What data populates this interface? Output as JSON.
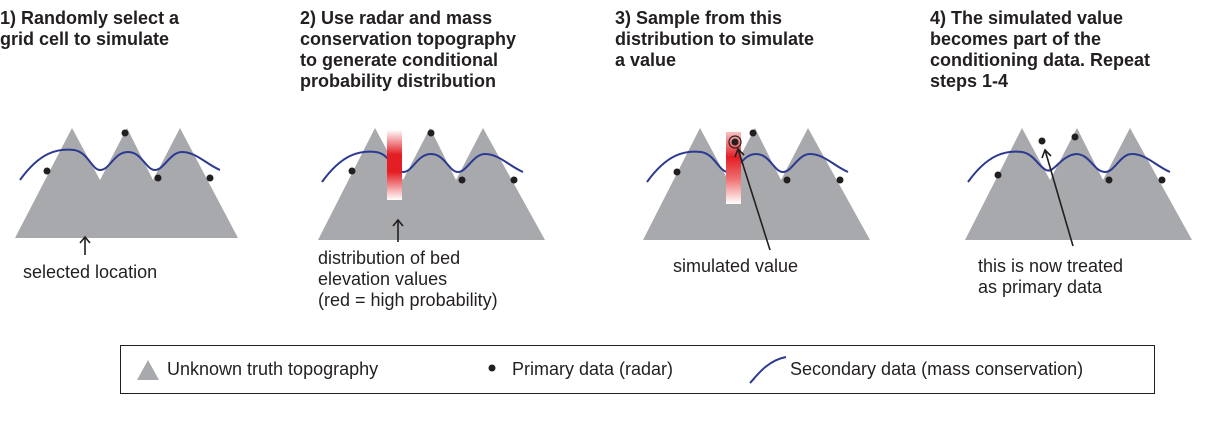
{
  "steps": [
    {
      "title": "1) Randomly select a\ngrid cell to simulate",
      "caption": "selected location"
    },
    {
      "title": "2) Use radar and mass\nconservation topography\nto generate conditional\nprobability distribution",
      "caption": "distribution of bed\nelevation values\n(red = high probability)"
    },
    {
      "title": "3) Sample from this\ndistribution to simulate\na value",
      "caption": "simulated value"
    },
    {
      "title": "4) The simulated value\nbecomes part of the\nconditioning data. Repeat\nsteps 1-4",
      "caption": "this is now treated\nas primary data"
    }
  ],
  "legend": {
    "topography": "Unknown truth topography",
    "primary": "Primary data (radar)",
    "secondary": "Secondary data (mass conservation)"
  },
  "colors": {
    "topography": "#a7a9ac",
    "primary": "#231f20",
    "secondary": "#2b3990",
    "probability": "#e31e24"
  }
}
